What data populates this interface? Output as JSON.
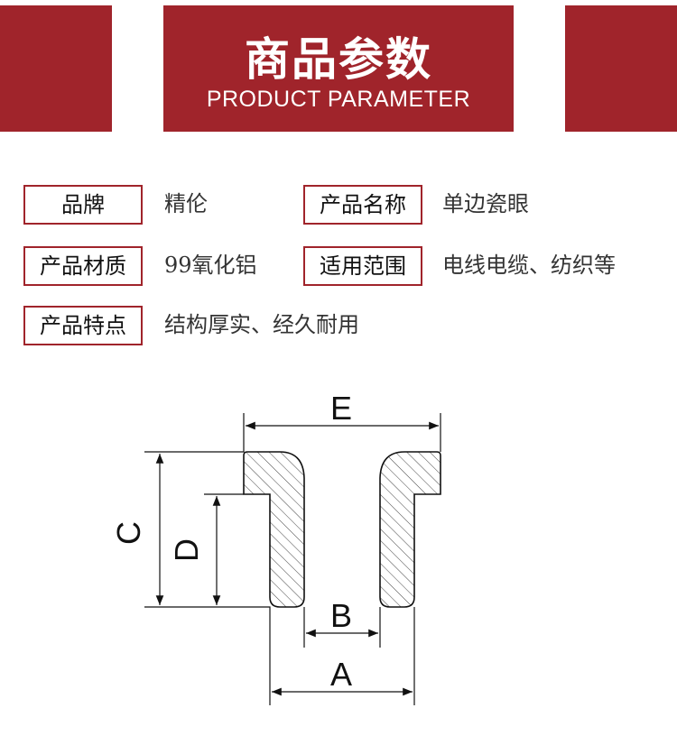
{
  "banner": {
    "title": "商品参数",
    "subtitle": "PRODUCT PARAMETER"
  },
  "params": {
    "brand_label": "品牌",
    "brand_value": "精伦",
    "name_label": "产品名称",
    "name_value": "单边瓷眼",
    "material_label": "产品材质",
    "material_value": "99氧化铝",
    "scope_label": "适用范围",
    "scope_value": "电线电缆、纺织等",
    "feature_label": "产品特点",
    "feature_value": "结构厚实、经久耐用"
  },
  "diagram": {
    "dim_e": "E",
    "dim_c": "C",
    "dim_d": "D",
    "dim_b": "B",
    "dim_a": "A"
  },
  "colors": {
    "brand_red": "#a0242b"
  }
}
